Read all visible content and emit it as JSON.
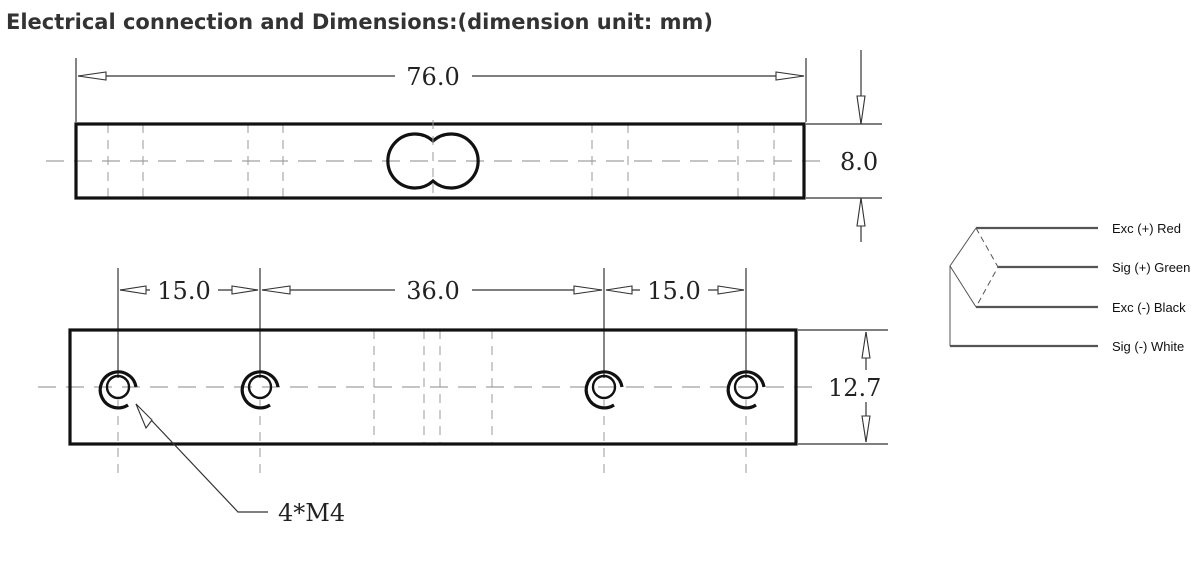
{
  "heading": "Electrical connection and Dimensions:(dimension unit: mm)",
  "dimensions": {
    "overall_length": "76.0",
    "height": "8.0",
    "hole_spacing_left": "15.0",
    "hole_spacing_center": "36.0",
    "hole_spacing_right": "15.0",
    "width": "12.7",
    "hole_callout": "4*M4"
  },
  "wiring": {
    "labels": [
      "Exc (+) Red",
      "Sig (+) Green",
      "Exc (-) Black",
      "Sig (-) White"
    ]
  }
}
